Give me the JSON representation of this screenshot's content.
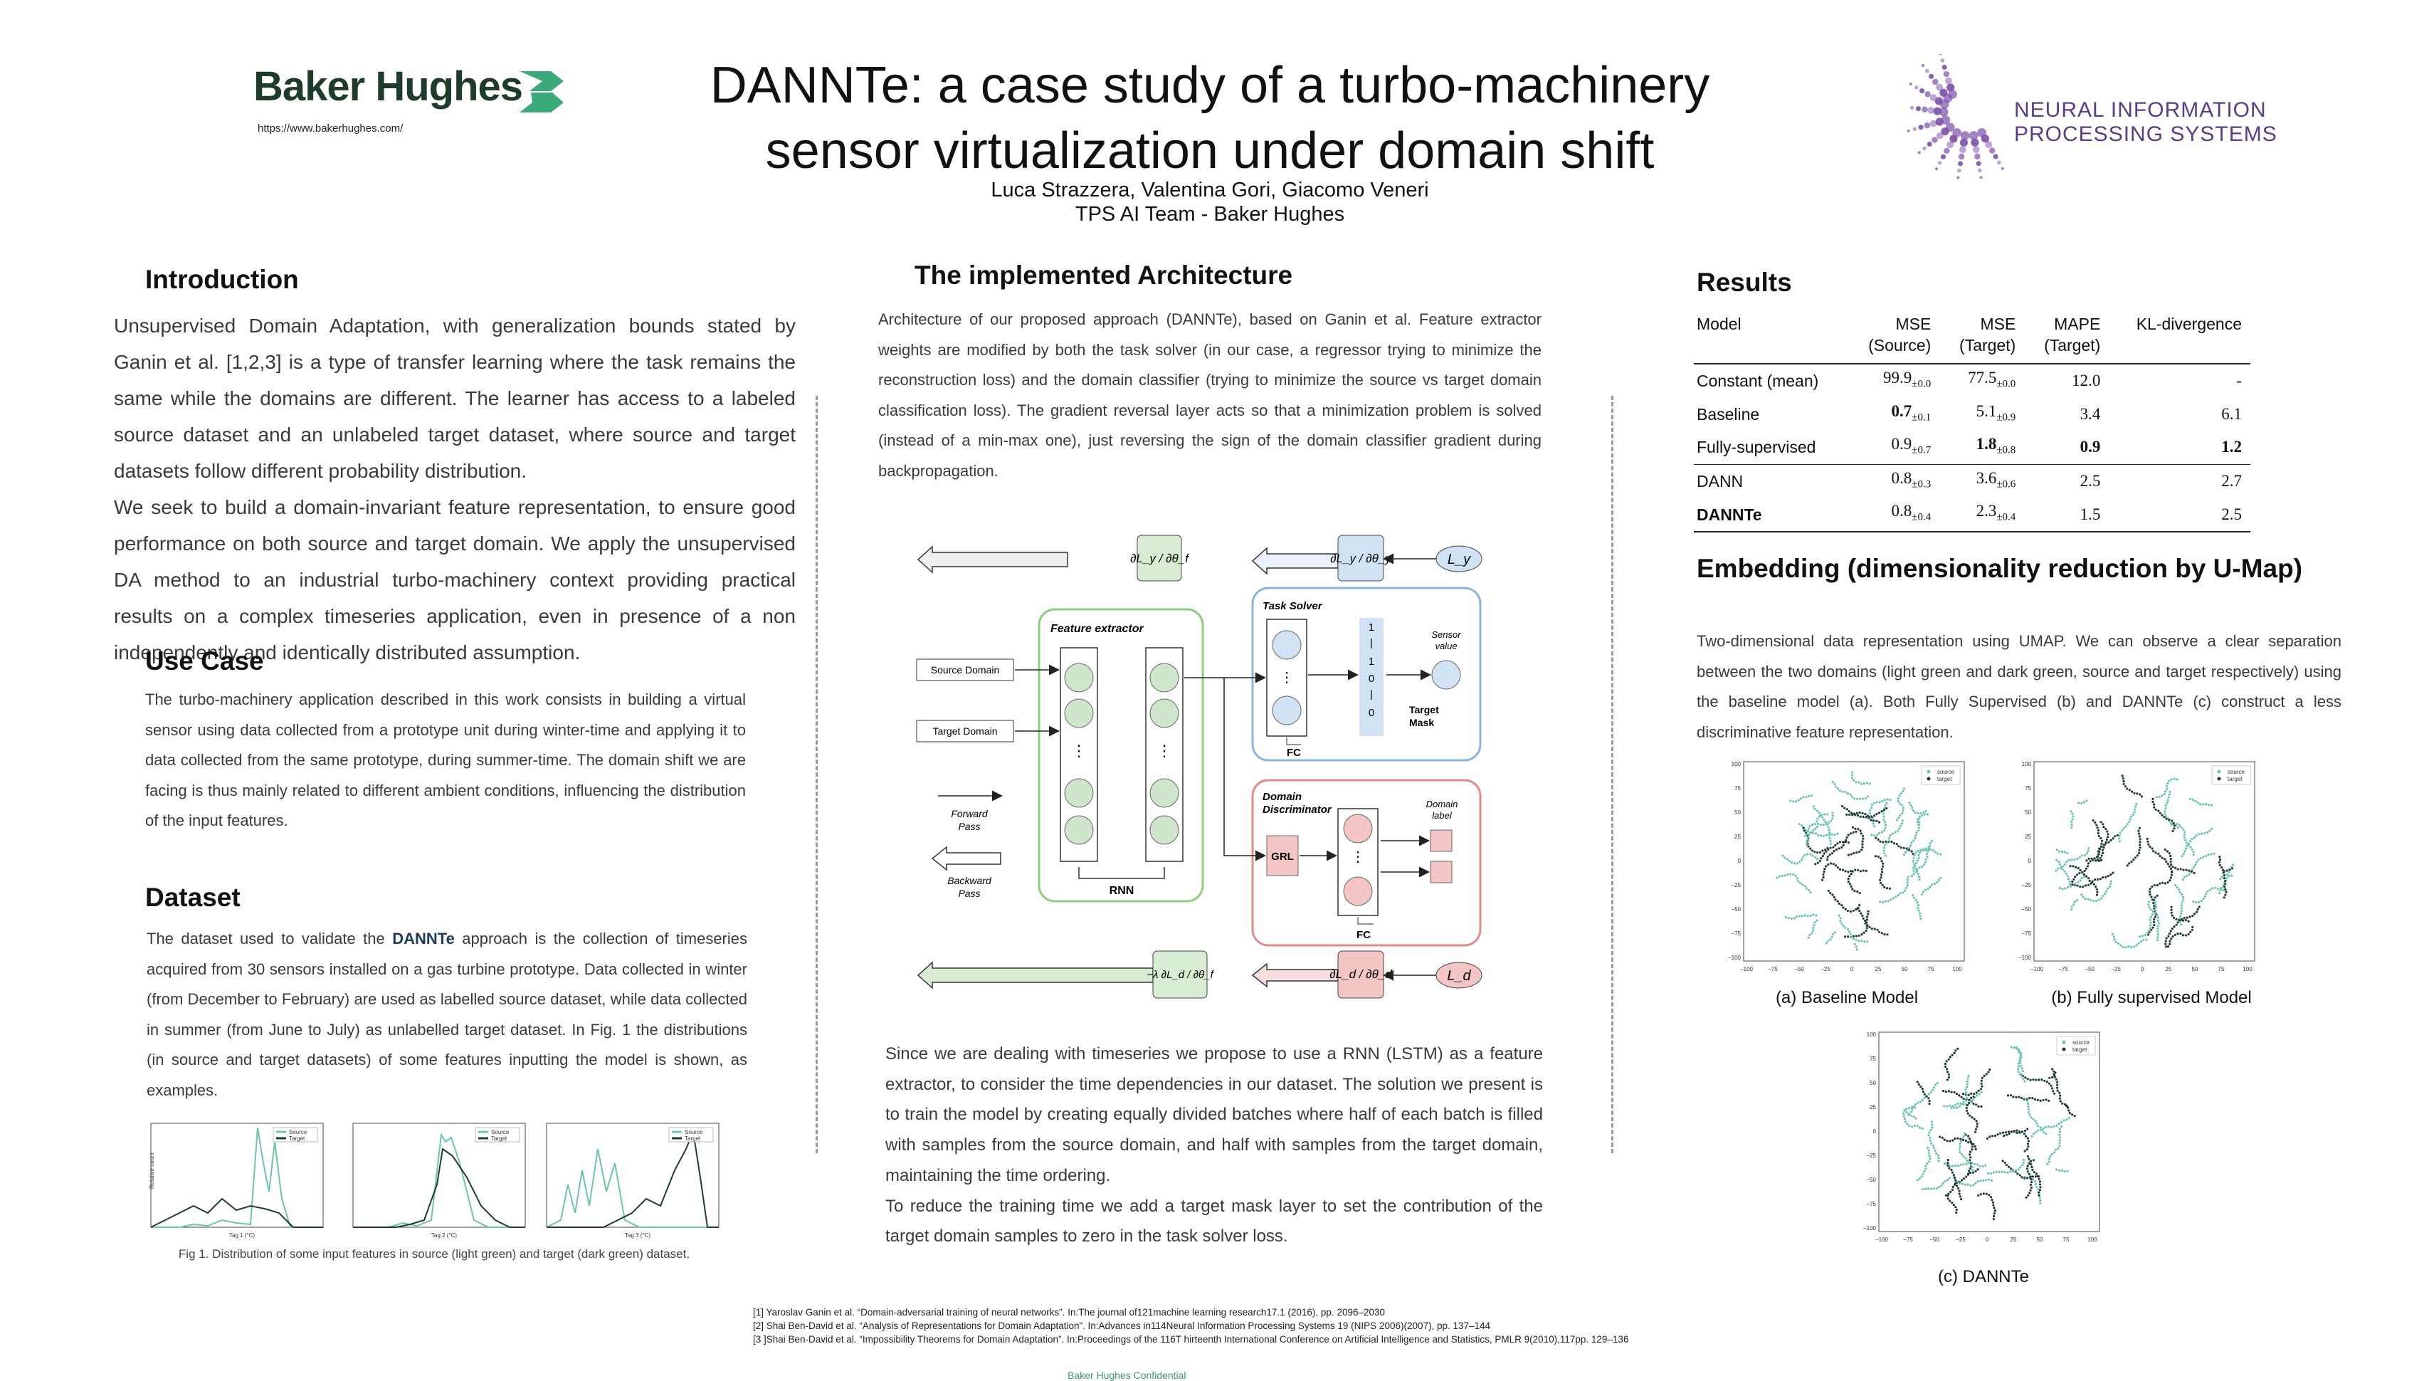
{
  "header": {
    "brand": "Baker Hughes",
    "brand_url": "https://www.bakerhughes.com/",
    "title_line1": "DANNTe: a case study of a turbo-machinery",
    "title_line2": "sensor virtualization under domain shift",
    "authors": "Luca Strazzera,  Valentina Gori, Giacomo Veneri",
    "affiliation": "TPS AI Team - Baker Hughes",
    "conference_line1": "NEURAL INFORMATION",
    "conference_line2": "PROCESSING SYSTEMS"
  },
  "introduction": {
    "heading": "Introduction",
    "p1": "Unsupervised Domain Adaptation, with generalization bounds stated by Ganin et al. [1,2,3]  is a type of transfer learning where the task remains the same while the domains are different. The learner has access to a labeled source dataset and an unlabeled target dataset, where source and target datasets follow different probability distribution.",
    "p2": "We seek to build a domain-invariant feature representation, to ensure good performance on both source and target domain. We apply the unsupervised DA method to an industrial turbo-machinery context providing practical results on a complex timeseries application, even in presence of a non independently and identically distributed assumption."
  },
  "use_case": {
    "heading": "Use Case",
    "text": "The turbo-machinery application described in this work consists in building a virtual sensor using data collected from a prototype unit during winter-time and applying it to data collected from the same prototype, during summer-time. The domain shift we are facing is thus mainly related to different ambient conditions, influencing the distribution of the input features."
  },
  "dataset": {
    "heading": "Dataset",
    "text_before": "The dataset used to validate the ",
    "text_bold": "DANNTe",
    "text_after": " approach is the collection of timeseries acquired from 30 sensors installed on a gas turbine prototype. Data collected in winter (from December to February) are used as labelled source dataset, while data collected in summer (from June to July) as unlabelled target dataset. In Fig. 1 the distributions (in source and target datasets) of some features inputting the model is shown, as examples.",
    "fig_caption": "Fig 1. Distribution of some input features in source (light green) and target (dark green) dataset.",
    "legend_source": "Source",
    "legend_target": "Target",
    "hist_ylabel": "Relative count",
    "hist_xlabels": [
      "Tag 1 (°C)",
      "Tag 2 (°C)",
      "Tag 3 (°C)"
    ]
  },
  "architecture": {
    "heading": "The implemented Architecture",
    "intro": "Architecture of our proposed approach (DANNTe), based on Ganin et al. Feature extractor weights are modified by both the task solver (in our case, a regressor trying to minimize the reconstruction loss) and the domain classifier (trying to minimize the source vs target domain classification loss). The gradient reversal layer acts so that a minimization problem is solved (instead of a min-max one), just reversing the sign of the domain classifier gradient during backpropagation.",
    "diagram": {
      "feature_extractor": "Feature extractor",
      "task_solver": "Task Solver",
      "domain_discriminator_1": "Domain",
      "domain_discriminator_2": "Discriminator",
      "source_domain": "Source Domain",
      "target_domain": "Target Domain",
      "forward_pass_1": "Forward",
      "forward_pass_2": "Pass",
      "backward_pass_1": "Backward",
      "backward_pass_2": "Pass",
      "rnn": "RNN",
      "fc": "FC",
      "grl": "GRL",
      "sensor_value_1": "Sensor",
      "sensor_value_2": "value",
      "domain_label_1": "Domain",
      "domain_label_2": "label",
      "target_mask_1": "Target",
      "target_mask_2": "Mask",
      "mask_values": [
        "1",
        "|",
        "1",
        "0",
        "|",
        "0"
      ],
      "dots": "⋮",
      "grad_y_f": "∂L_y / ∂θ_f",
      "grad_y_y": "∂L_y / ∂θ_y",
      "loss_y": "L_y",
      "grad_d_f": "−λ ∂L_d / ∂θ_f",
      "grad_d_d": "∂L_d / ∂θ_d",
      "loss_d": "L_d"
    },
    "text2_p1": "Since we are dealing with timeseries we propose to use a RNN (LSTM) as a feature extractor, to consider the time dependencies in our dataset. The solution we present is to train the model by creating equally divided batches where half of each batch is filled with samples from the source domain, and half with samples from the target domain, maintaining the time ordering.",
    "text2_p2": "To reduce the training time we add a target mask layer to set the contribution of the target domain samples to zero in the task solver loss."
  },
  "results": {
    "heading": "Results",
    "columns": [
      {
        "line1": "Model",
        "line2": ""
      },
      {
        "line1": "MSE",
        "line2": "(Source)"
      },
      {
        "line1": "MSE",
        "line2": "(Target)"
      },
      {
        "line1": "MAPE",
        "line2": "(Target)"
      },
      {
        "line1": "KL-divergence",
        "line2": ""
      }
    ],
    "rows": [
      {
        "model": "Constant (mean)",
        "mse_s": "99.9",
        "mse_s_pm": "±0.0",
        "mse_t": "77.5",
        "mse_t_pm": "±0.0",
        "mape": "12.0",
        "kl": "-",
        "bold": []
      },
      {
        "model": "Baseline",
        "mse_s": "0.7",
        "mse_s_pm": "±0.1",
        "mse_t": "5.1",
        "mse_t_pm": "±0.9",
        "mape": "3.4",
        "kl": "6.1",
        "bold": [
          "mse_s"
        ]
      },
      {
        "model": "Fully-supervised",
        "mse_s": "0.9",
        "mse_s_pm": "±0.7",
        "mse_t": "1.8",
        "mse_t_pm": "±0.8",
        "mape": "0.9",
        "kl": "1.2",
        "bold": [
          "mse_t",
          "mape",
          "kl"
        ]
      },
      {
        "model": "DANN",
        "mse_s": "0.8",
        "mse_s_pm": "±0.3",
        "mse_t": "3.6",
        "mse_t_pm": "±0.6",
        "mape": "2.5",
        "kl": "2.7",
        "bold": []
      },
      {
        "model": "DANNTe",
        "mse_s": "0.8",
        "mse_s_pm": "±0.4",
        "mse_t": "2.3",
        "mse_t_pm": "±0.4",
        "mape": "1.5",
        "kl": "2.5",
        "bold": [
          "model"
        ]
      }
    ]
  },
  "embedding": {
    "heading": "Embedding (dimensionality reduction by U-Map)",
    "text": "Two-dimensional data representation using UMAP. We can observe a clear separation between the two domains (light green and dark green, source and target respectively) using the baseline model (a). Both Fully Supervised (b) and DANNTe (c) construct a less discriminative feature representation.",
    "legend_source": "source",
    "legend_target": "target",
    "captions": [
      "(a) Baseline Model",
      "(b) Fully supervised Model",
      "(c) DANNTe"
    ],
    "y_ticks": [
      "100",
      "75",
      "50",
      "25",
      "0",
      "−25",
      "−50",
      "−75",
      "−100"
    ],
    "x_ticks": [
      "−100",
      "−75",
      "−50",
      "−25",
      "0",
      "25",
      "50",
      "75",
      "100"
    ]
  },
  "references": [
    "[1] Yaroslav Ganin et al. “Domain-adversarial training of neural networks”. In:The journal of121machine learning research17.1 (2016), pp. 2096–2030",
    "[2] Shai Ben-David et al. “Analysis of Representations for Domain Adaptation”. In:Advances in114Neural Information Processing Systems 19 (NIPS 2006)(2007), pp. 137–144",
    "[3 ]Shai Ben-David et al. “Impossibility Theorems for Domain Adaptation”. In:Proceedings of the 116T hirteenth International Conference on Artificial Intelligence and Statistics, PMLR 9(2010),117pp. 129–136"
  ],
  "footer": "Baker Hughes Confidential",
  "colors": {
    "source": "#6cc4b0",
    "target": "#1f3b35",
    "brand": "#1d3d2a",
    "neurips": "#7a4fa8"
  }
}
